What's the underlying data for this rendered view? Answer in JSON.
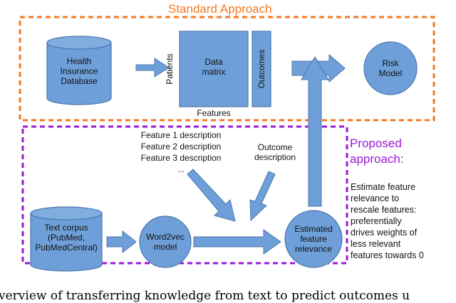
{
  "diagram": {
    "standard_title": "Standard Approach",
    "proposed_title": "Proposed\napproach:",
    "proposed_description": "Estimate feature\nrelevance to\nrescale features:\npreferentially\ndrives weights of\nless relevant\nfeatures towards 0",
    "nodes": {
      "health_db": "Health\nInsurance\nDatabase",
      "patients": "Patients",
      "data_matrix": "Data\nmatrix",
      "outcomes": "Outcomes",
      "features": "Features",
      "risk_model": "Risk\nModel",
      "text_corpus": "Text corpus\n(PubMed,\nPubMedCentral)",
      "word2vec": "Word2vec\nmodel",
      "estimated_relevance": "Estimated\nfeature\nrelevance"
    },
    "feature_descriptions": [
      "Feature 1 description",
      "Feature 2 description",
      "Feature 3 description",
      "..."
    ],
    "outcome_description": "Outcome\ndescription",
    "caption_fragment": "verview of transferring knowledge from text to predict outcomes u",
    "colors": {
      "node_fill": "#6f9fd8",
      "node_stroke": "#4a78b0",
      "arrow_fill": "#6f9fd8",
      "standard_border": "#f47920",
      "proposed_border": "#9a18d8"
    }
  }
}
